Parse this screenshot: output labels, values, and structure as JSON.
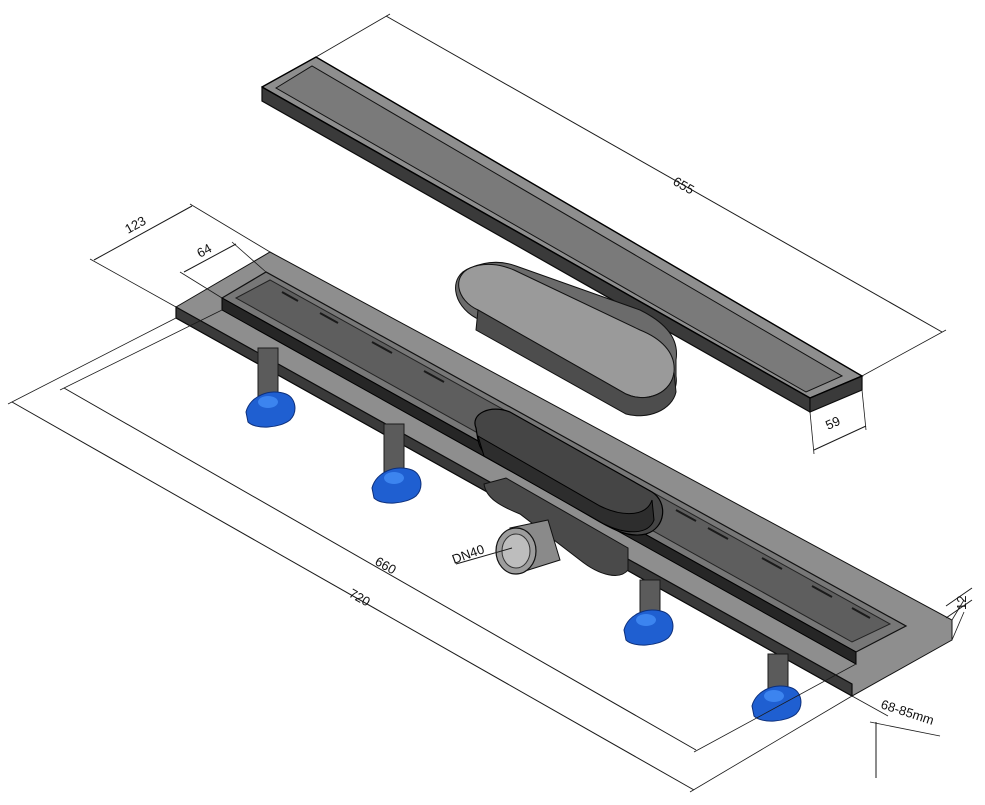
{
  "dimensions": {
    "grate_length": "655",
    "grate_width": "59",
    "flange_width": "123",
    "channel_width": "64",
    "channel_length": "660",
    "overall_length": "720",
    "flange_height": "12",
    "adjustable_height": "68-85mm",
    "outlet": "DN40"
  },
  "colors": {
    "steel_dark": "#3a3a3a",
    "steel_mid": "#6b6b6b",
    "steel_light": "#8e8e8e",
    "feet_blue": "#1f5fd1"
  }
}
